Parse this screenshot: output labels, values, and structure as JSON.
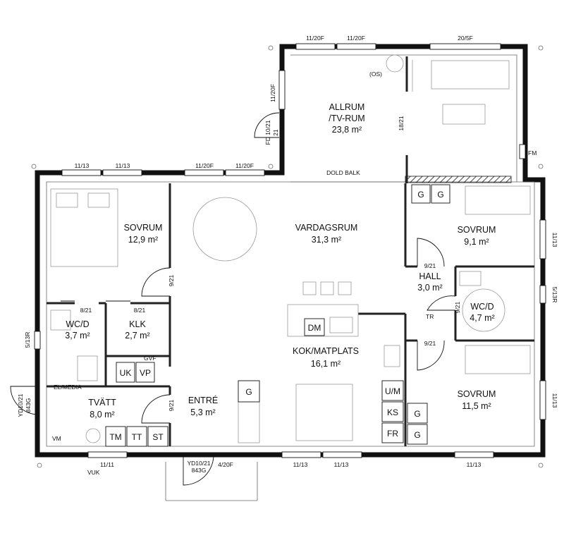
{
  "rooms": {
    "allrum_name1": "ALLRUM",
    "allrum_name2": "/TV-RUM",
    "allrum_area": "23,8 m²",
    "sovrum1_name": "SOVRUM",
    "sovrum1_area": "12,9 m²",
    "vardagsrum_name": "VARDAGSRUM",
    "vardagsrum_area": "31,3 m²",
    "sovrum2_name": "SOVRUM",
    "sovrum2_area": "9,1 m²",
    "hall_name": "HALL",
    "hall_area": "3,0 m²",
    "wcd1_name": "WC/D",
    "wcd1_area": "3,7 m²",
    "klk_name": "KLK",
    "klk_area": "2,7 m²",
    "wcd2_name": "WC/D",
    "wcd2_area": "4,7 m²",
    "kok_name": "KOK/MATPLATS",
    "kok_area": "16,1 m²",
    "tvatt_name": "TVÄTT",
    "tvatt_area": "8,0 m²",
    "entre_name": "ENTRÉ",
    "entre_area": "5,3 m²",
    "sovrum3_name": "SOVRUM",
    "sovrum3_area": "11,5 m²"
  },
  "windows": {
    "w_top1": "11/20F",
    "w_top2": "11/20F",
    "w_top3": "20/5F",
    "w_left_allrum": "11/20F",
    "w_upper1": "11/13",
    "w_upper2": "11/13",
    "w_upper3": "11/20F",
    "w_upper4": "11/20F",
    "w_right1": "11/13",
    "w_right2": "5/13R",
    "w_right3": "11/13",
    "w_left_wc": "5/13R",
    "w_bottom1": "11/11",
    "w_bottom2": "4/20F",
    "w_bottom3": "11/13",
    "w_bottom4": "11/13",
    "w_bottom5": "11/13"
  },
  "doors": {
    "fd": "FD 10/21",
    "fd_sub": "21",
    "d_allrum": "18/21",
    "d_sovrum1": "9/21",
    "d_wc1": "8/21",
    "d_klk": "8/21",
    "d_sovrum2": "9/21",
    "d_wc2": "9/21",
    "d_sovrum3": "9/21",
    "d_entre": "9/21",
    "yd_left1": "YD10/21",
    "yd_left2": "843G",
    "yd_bottom1": "YD10/21",
    "yd_bottom2": "843G"
  },
  "appliances": {
    "g1": "G",
    "g2": "G",
    "dm": "DM",
    "uk": "UK",
    "vp": "VP",
    "g_entre": "G",
    "um": "U/M",
    "ks": "KS",
    "fr": "FR",
    "g3": "G",
    "g4": "G",
    "tm": "TM",
    "tt": "TT",
    "st": "ST"
  },
  "labels": {
    "os": "(OS)",
    "fm": "FM",
    "dold_balk": "DOLD BALK",
    "gvf": "GVF",
    "el_media": "EL/MEDIA",
    "vm": "VM",
    "vuk": "VUK",
    "tr": "TR"
  }
}
